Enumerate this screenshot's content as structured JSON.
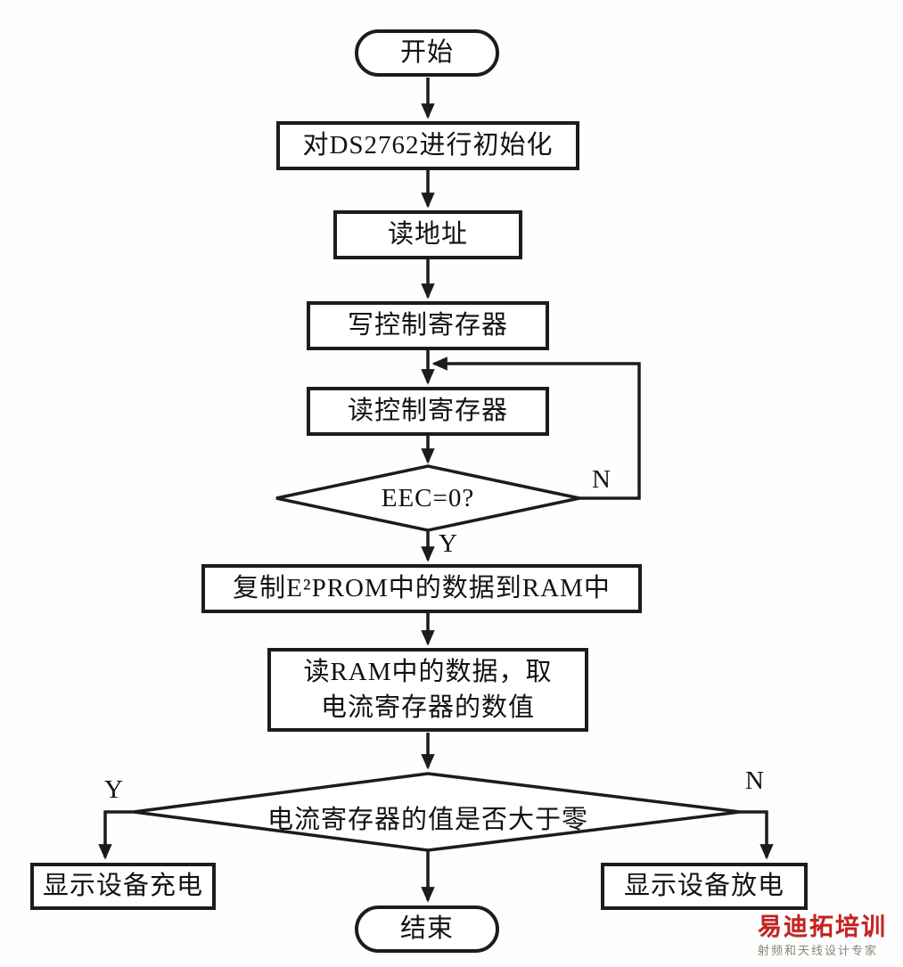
{
  "flowchart": {
    "nodes": {
      "start": "开始",
      "init": "对DS2762进行初始化",
      "read_address": "读地址",
      "write_control": "写控制寄存器",
      "read_control": "读控制寄存器",
      "decision_eec": "EEC=0?",
      "copy_eeprom": "复制E²PROM中的数据到RAM中",
      "read_ram_line1": "读RAM中的数据，取",
      "read_ram_line2": "电流寄存器的数值",
      "decision_current": "电流寄存器的值是否大于零",
      "show_charging": "显示设备充电",
      "show_discharging": "显示设备放电",
      "end": "结束"
    },
    "branch_labels": {
      "eec_no": "N",
      "eec_yes": "Y",
      "current_yes": "Y",
      "current_no": "N"
    }
  },
  "watermark": {
    "brand": "易迪拓培训",
    "tagline": "射频和天线设计专家"
  },
  "colors": {
    "line": "#1c1c1c",
    "brand_red": "#c8201e",
    "tagline_gray": "#8b8175"
  }
}
